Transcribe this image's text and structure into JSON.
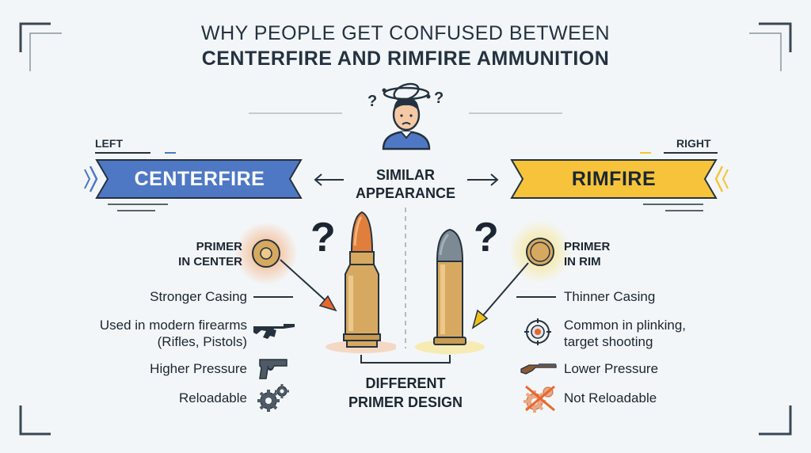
{
  "title": {
    "line1": "WHY PEOPLE GET CONFUSED BETWEEN",
    "line2": "CENTERFIRE AND RIMFIRE AMMUNITION"
  },
  "left": {
    "side_tag": "LEFT",
    "banner": "CENTERFIRE",
    "banner_color": "#4f78c4",
    "primer_label_line1": "PRIMER",
    "primer_label_line2": "IN CENTER",
    "features": [
      {
        "text": "Stronger Casing",
        "icon": "line-dash"
      },
      {
        "line1": "Used in modern firearms",
        "line2": "(Rifles, Pistols)",
        "icon": "rifle-icon"
      },
      {
        "text": "Higher Pressure",
        "icon": "pistol-icon"
      },
      {
        "text": "Reloadable",
        "icon": "gears-icon"
      }
    ]
  },
  "right": {
    "side_tag": "RIGHT",
    "banner": "RIMFIRE",
    "banner_color": "#f6c33a",
    "primer_label_line1": "PRIMER",
    "primer_label_line2": "IN RIM",
    "features": [
      {
        "text": "Thinner Casing",
        "icon": "line-dash"
      },
      {
        "line1": "Common in plinking,",
        "line2": "target shooting",
        "icon": "target-icon"
      },
      {
        "text": "Lower Pressure",
        "icon": "small-rifle-icon"
      },
      {
        "text": "Not Reloadable",
        "icon": "crossed-gears-icon"
      }
    ]
  },
  "center": {
    "similar_line1": "SIMILAR",
    "similar_line2": "APPEARANCE",
    "different_line1": "DIFFERENT",
    "different_line2": "PRIMER DESIGN",
    "question_mark": "?"
  },
  "colors": {
    "brass": "#d7a960",
    "centerfire_tip": "#e07f3c",
    "rimfire_tip": "#7d8a93",
    "orange_glow": "#f4a165",
    "yellow_glow": "#f7e27a",
    "arrow_orange": "#e8672f",
    "arrow_yellow": "#f0c01a"
  }
}
